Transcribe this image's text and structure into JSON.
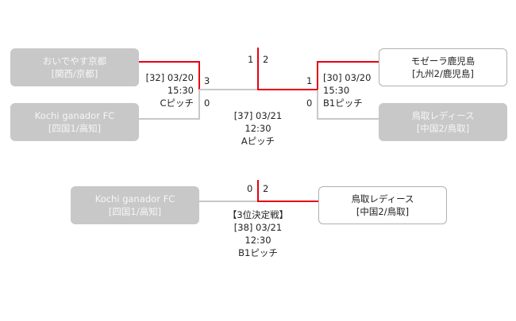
{
  "semifinal_left": {
    "team_top": {
      "name": "おいでやす京都",
      "region": "[関西/京都]",
      "score": "3"
    },
    "team_bottom": {
      "name": "Kochi ganador FC",
      "region": "[四国1/高知]",
      "score": "0"
    },
    "match_no": "[32]",
    "date": "03/20",
    "time": "15:30",
    "venue": "Cピッチ"
  },
  "semifinal_right": {
    "team_top": {
      "name": "モゼーラ鹿児島",
      "region": "[九州2/鹿児島]",
      "score": "1"
    },
    "team_bottom": {
      "name": "鳥取レディース",
      "region": "[中国2/鳥取]",
      "score": "0"
    },
    "match_no": "[30]",
    "date": "03/20",
    "time": "15:30",
    "venue": "B1ピッチ"
  },
  "final": {
    "score_left": "1",
    "score_right": "2",
    "match_no": "[37]",
    "date": "03/21",
    "time": "12:30",
    "venue": "Aピッチ"
  },
  "third_place": {
    "title": "【3位決定戦】",
    "team_left": {
      "name": "Kochi ganador FC",
      "region": "[四国1/高知]",
      "score": "0"
    },
    "team_right": {
      "name": "鳥取レディース",
      "region": "[中国2/鳥取]",
      "score": "2"
    },
    "match_no": "[38]",
    "date": "03/21",
    "time": "12:30",
    "venue": "B1ピッチ"
  },
  "colors": {
    "winner_line": "#e60012",
    "loser_line": "#c8c8c8",
    "loser_box": "#c8c8c8"
  }
}
